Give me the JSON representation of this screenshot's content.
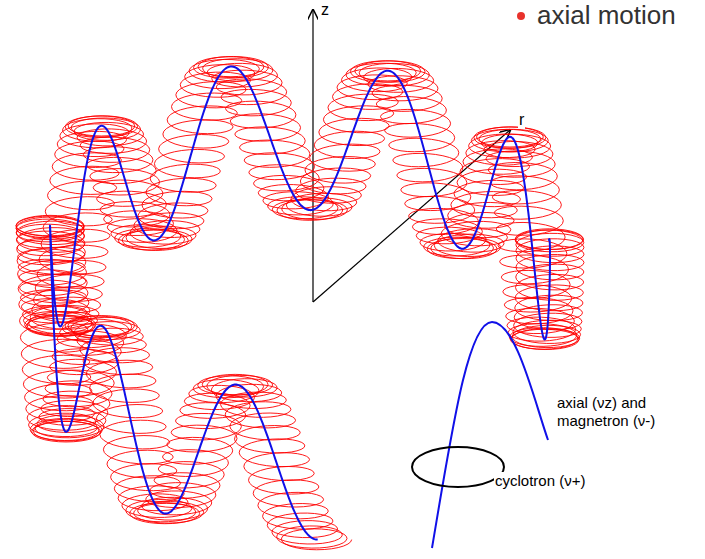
{
  "diagram": {
    "labels": [
      "axial motion",
      "z",
      "r"
    ],
    "legend": [
      {
        "text": "axial (νz) and magnetron (ν-)"
      },
      {
        "text": "cyclotron (ν+)"
      }
    ]
  }
}
